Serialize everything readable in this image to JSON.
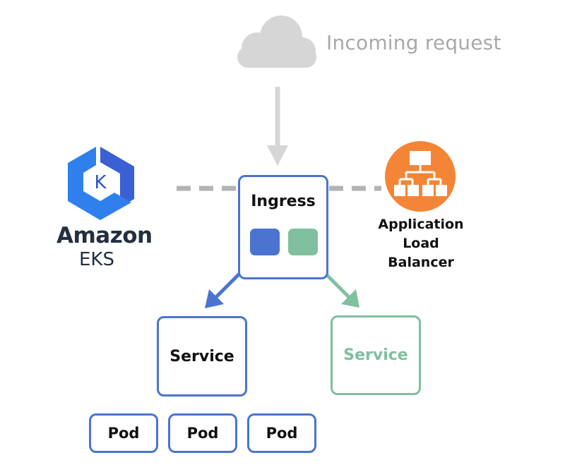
{
  "diagram": {
    "incoming": {
      "label": "Incoming request",
      "icon": "cloud-icon"
    },
    "eks": {
      "title": "Amazon",
      "subtitle": "EKS",
      "icon": "kubernetes-k-icon",
      "icon_letter": "K"
    },
    "alb": {
      "lines": [
        "Application",
        "Load",
        "Balancer"
      ],
      "icon": "hierarchy-icon"
    },
    "ingress": {
      "label": "Ingress"
    },
    "services": [
      {
        "label": "Service",
        "color": "#4a74d0"
      },
      {
        "label": "Service",
        "color": "#80bf9f"
      }
    ],
    "pods": [
      {
        "label": "Pod"
      },
      {
        "label": "Pod"
      },
      {
        "label": "Pod"
      }
    ],
    "colors": {
      "blue": "#4a74d0",
      "green": "#80bf9f",
      "gray": "#cfcfcf",
      "orange": "#f58536",
      "dark_text": "#111111"
    }
  }
}
